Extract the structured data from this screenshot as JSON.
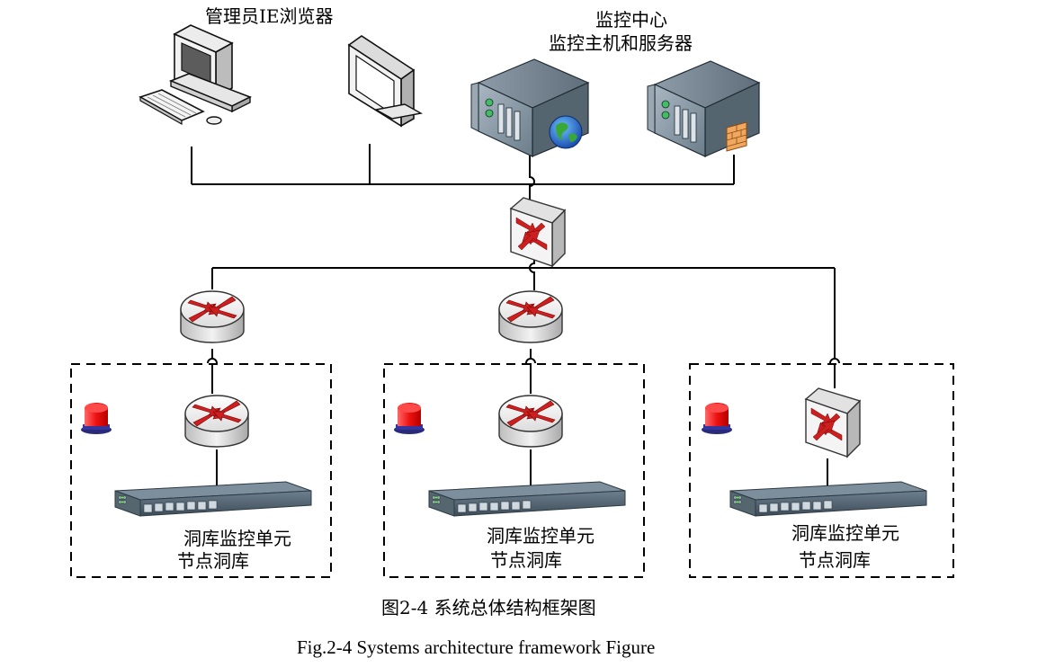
{
  "labels": {
    "admin_browser": "管理员IE浏览器",
    "monitor_center": "监控中心",
    "monitor_host": "监控主机和服务器",
    "unit_1": "洞库监控单元",
    "node_1": "节点洞库",
    "unit_2": "洞库监控单元",
    "node_2": "节点洞库",
    "unit_3": "洞库监控单元",
    "node_3": "节点洞库"
  },
  "caption": {
    "cn": "图2-4 系统总体结构框架图",
    "en": "Fig.2-4 Systems architecture framework Figure"
  },
  "icons": {
    "pc": "desktop-computer-icon",
    "monitor": "crt-monitor-icon",
    "web_server": "web-server-icon",
    "firewall_server": "firewall-server-icon",
    "core_switch": "core-switch-icon",
    "router": "router-icon",
    "alarm": "alarm-light-icon",
    "rack_unit": "rack-unit-icon"
  },
  "colors": {
    "router_arrow": "#cc1f1f",
    "alarm_red": "#e81f1f",
    "alarm_base": "#2a2a7a",
    "server_body": "#8a9aa8",
    "line": "#000000"
  }
}
